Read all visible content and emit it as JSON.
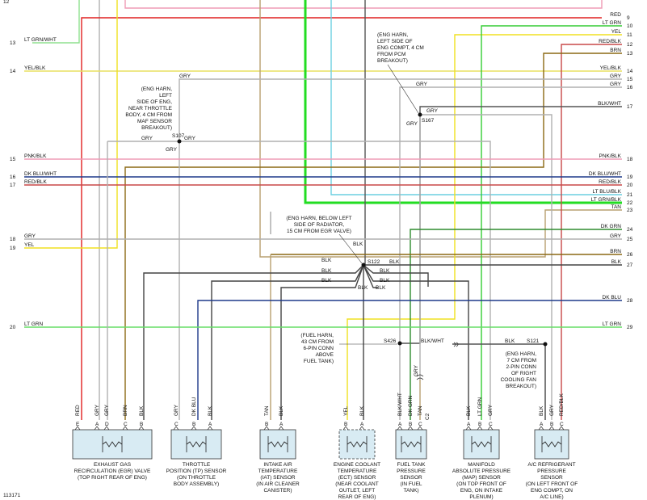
{
  "diagram_id": "113171",
  "left_wires": [
    {
      "num": "13",
      "label": "LT GRN/WHT",
      "color": "#8fe08f"
    },
    {
      "num": "14",
      "label": "YEL/BLK",
      "color": "#e8e060"
    },
    {
      "num": "15",
      "label": "PNK/BLK",
      "color": "#ef9bb5"
    },
    {
      "num": "16",
      "label": "DK BLU/WHT",
      "color": "#1e3a8a"
    },
    {
      "num": "17",
      "label": "RED/BLK",
      "color": "#c84848"
    },
    {
      "num": "18",
      "label": "GRY",
      "color": "#b0b0b0"
    },
    {
      "num": "19",
      "label": "YEL",
      "color": "#f0e020"
    },
    {
      "num": "20",
      "label": "LT GRN",
      "color": "#66dd66"
    }
  ],
  "right_wires": [
    {
      "num": "9",
      "label": "RED",
      "color": "#e02020"
    },
    {
      "num": "10",
      "label": "LT GRN",
      "color": "#33cc33"
    },
    {
      "num": "11",
      "label": "YEL",
      "color": "#f0e020"
    },
    {
      "num": "12",
      "label": "RED/BLK",
      "color": "#c84848"
    },
    {
      "num": "13",
      "label": "BRN",
      "color": "#8b6914"
    },
    {
      "num": "14",
      "label": "YEL/BLK",
      "color": "#e8e060"
    },
    {
      "num": "15",
      "label": "GRY",
      "color": "#b0b0b0"
    },
    {
      "num": "16",
      "label": "GRY",
      "color": "#b0b0b0"
    },
    {
      "num": "17",
      "label": "BLK/WHT",
      "color": "#555555"
    },
    {
      "num": "18",
      "label": "PNK/BLK",
      "color": "#ef9bb5"
    },
    {
      "num": "19",
      "label": "DK BLU/WHT",
      "color": "#1e3a8a"
    },
    {
      "num": "20",
      "label": "RED/BLK",
      "color": "#c84848"
    },
    {
      "num": "21",
      "label": "LT BLU/BLK",
      "color": "#6ccfe0"
    },
    {
      "num": "22",
      "label": "LT GRN/BLK",
      "color": "#22dd22"
    },
    {
      "num": "23",
      "label": "TAN",
      "color": "#b8a070"
    },
    {
      "num": "24",
      "label": "DK GRN",
      "color": "#2e8b2e"
    },
    {
      "num": "25",
      "label": "GRY",
      "color": "#b0b0b0"
    },
    {
      "num": "26",
      "label": "BRN",
      "color": "#8b6914"
    },
    {
      "num": "27",
      "label": "BLK",
      "color": "#444444"
    },
    {
      "num": "28",
      "label": "DK BLU",
      "color": "#1e3a8a"
    },
    {
      "num": "29",
      "label": "LT GRN",
      "color": "#66dd66"
    }
  ],
  "top_left_nums": [
    "12"
  ],
  "splices": {
    "s107": {
      "id": "S107",
      "note": [
        "(ENG HARN,",
        "LEFT",
        "SIDE OF ENG,",
        "NEAR THROTTLE",
        "BODY, 4 CM FROM",
        "MAF SENSOR",
        "BREAKOUT)"
      ],
      "w1": "GRY",
      "w2": "GRY",
      "w3": "GRY",
      "w4": "GRY"
    },
    "s167": {
      "id": "S167",
      "note": [
        "(ENG HARN,",
        "LEFT SIDE OF",
        "ENG COMPT, 4 CM",
        "FROM PCM",
        "BREAKOUT)"
      ],
      "w1": "GRY",
      "w2": "GRY",
      "w3": "GRY"
    },
    "s122": {
      "id": "S122",
      "note": [
        "(ENG HARN, BELOW LEFT",
        "SIDE OF RADIATOR,",
        "15 CM FROM EGR VALVE)"
      ],
      "wires": [
        "BLK",
        "BLK",
        "BLK",
        "BLK",
        "BLK",
        "BLK",
        "BLK",
        "BLK",
        "BLK"
      ]
    },
    "s426": {
      "id": "S426",
      "note": [
        "(FUEL HARN,",
        "43 CM FROM",
        "6-PIN CONN",
        "ABOVE",
        "FUEL TANK)"
      ],
      "wire": "BLK/WHT"
    },
    "s121": {
      "id": "S121",
      "note": [
        "(ENG HARN,",
        "7 CM FROM",
        "2-PIN CONN",
        "OF RIGHT",
        "COOLING FAN",
        "BREAKOUT)"
      ],
      "wire": "BLK"
    }
  },
  "c2_label": "C2",
  "c2_wire": "GRY",
  "components": [
    {
      "pins": [
        "E",
        "A",
        "D",
        "C",
        "B"
      ],
      "wires": [
        "RED",
        "GRY",
        "GRY",
        "BRN",
        "BLK"
      ],
      "label": [
        "EXHAUST GAS",
        "RECIRCULATION (EGR) VALVE",
        "(TOP RIGHT REAR OF ENG)"
      ]
    },
    {
      "pins": [
        "C",
        "B",
        "A"
      ],
      "wires": [
        "GRY",
        "DK BLU",
        "BLK"
      ],
      "label": [
        "THROTTLE",
        "POSITION (TP) SENSOR",
        "(ON THROTTLE",
        "BODY ASSEMBLY)"
      ]
    },
    {
      "pins": [
        "B",
        "A"
      ],
      "wires": [
        "TAN",
        "BLK"
      ],
      "label": [
        "INTAKE AIR",
        "TEMPERATURE",
        "(IAT) SENSOR",
        "(IN AIR CLEANER",
        "CANISTER)"
      ]
    },
    {
      "pins": [
        "B",
        "A"
      ],
      "wires": [
        "YEL",
        "BLK"
      ],
      "label": [
        "ENGINE COOLANT",
        "TEMPERATURE",
        "(ECT) SENSOR",
        "(NEAR COOLANT",
        "OUTLET, LEFT",
        "REAR OF ENG)"
      ]
    },
    {
      "pins": [
        "A",
        "B",
        "C"
      ],
      "wires": [
        "BLK/WHT",
        "DK GRN",
        "TAN"
      ],
      "label": [
        "FUEL TANK",
        "PRESSURE",
        "SENSOR",
        "(IN FUEL",
        "TANK)"
      ]
    },
    {
      "pins": [
        "A",
        "B",
        "C"
      ],
      "wires": [
        "BLK",
        "LT GRN",
        "GRY"
      ],
      "label": [
        "MANIFOLD",
        "ABSOLUTE PRESSURE",
        "(MAP) SENSOR",
        "(ON TOP FRONT OF",
        "ENG, ON INTAKE",
        "PLENUM)"
      ]
    },
    {
      "pins": [
        "A",
        "B",
        "C"
      ],
      "wires": [
        "BLK",
        "GRY",
        "RED/BLK"
      ],
      "label": [
        "A/C REFRIGERANT",
        "PRESSURE",
        "SENSOR",
        "(ON LEFT FRONT OF",
        "ENG COMPT, ON",
        "A/C LINE)"
      ]
    }
  ]
}
